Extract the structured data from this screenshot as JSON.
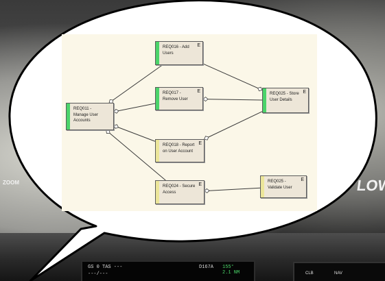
{
  "colors": {
    "background": "#fbf7e8",
    "node_fill": "#ede6d8",
    "bar_green": "#4bd46a",
    "bar_yellow": "#ece69a",
    "bubble_fill": "#ffffff",
    "bubble_stroke": "#000000",
    "connector": "#3a3a3a"
  },
  "diagram": {
    "nodes": [
      {
        "id": "REQ011",
        "label": "REQ011 -\nManage User\nAccounts",
        "status": "green",
        "marker": ""
      },
      {
        "id": "REQ016",
        "label": "REQ016 - Add\nUsers",
        "status": "green",
        "marker": "E"
      },
      {
        "id": "REQ017",
        "label": "REQ017 -\nRemove User",
        "status": "green",
        "marker": "E"
      },
      {
        "id": "REQ018",
        "label": "REQ018 - Report\non User Account",
        "status": "yellow",
        "marker": "E"
      },
      {
        "id": "REQ024",
        "label": "REQ024 - Secure\nAccess",
        "status": "yellow",
        "marker": "E"
      },
      {
        "id": "REQ025a",
        "label": "REQ025 - Store\nUser Details",
        "status": "green",
        "marker": "E"
      },
      {
        "id": "REQ025b",
        "label": "REQ025 -\nValidate User",
        "status": "yellow",
        "marker": "E"
      }
    ],
    "links": [
      {
        "from": "REQ011",
        "to": "REQ016",
        "aggregation_end": "REQ011"
      },
      {
        "from": "REQ011",
        "to": "REQ017",
        "aggregation_end": "REQ011"
      },
      {
        "from": "REQ011",
        "to": "REQ018",
        "aggregation_end": "REQ011"
      },
      {
        "from": "REQ011",
        "to": "REQ024",
        "aggregation_end": "REQ011"
      },
      {
        "from": "REQ016",
        "to": "REQ025a",
        "aggregation_end": "REQ025a"
      },
      {
        "from": "REQ017",
        "to": "REQ025a",
        "aggregation_end": "REQ017"
      },
      {
        "from": "REQ018",
        "to": "REQ025a",
        "aggregation_end": "REQ018"
      },
      {
        "from": "REQ024",
        "to": "REQ025b",
        "aggregation_end": "REQ024"
      }
    ]
  },
  "backdrop": {
    "left_display_line1": "GS  0 TAS ---",
    "left_display_line2": "---/---",
    "left_display_code": "D167A",
    "left_display_value": "155°",
    "left_display_dist": "2.1 NM",
    "right_display_btn1": "CLB",
    "right_display_btn2": "NAV",
    "zoom_label": "ZOOM",
    "low_label": "LOW"
  }
}
